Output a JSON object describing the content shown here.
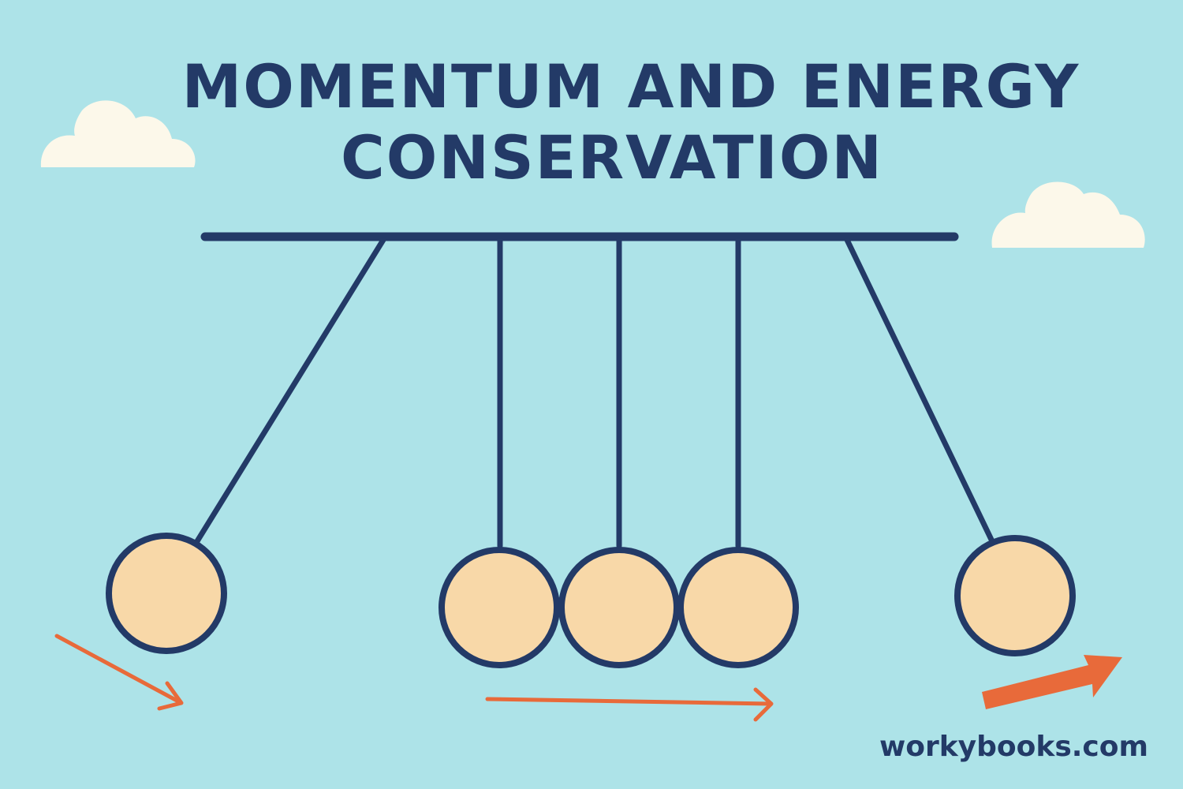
{
  "title": {
    "line1": "MOMENTUM AND ENERGY",
    "line2": "CONSERVATION"
  },
  "footer": {
    "brand": "workybooks.com"
  },
  "colors": {
    "background": "#ade3e8",
    "ink": "#233a67",
    "ball_fill": "#f8d8a8",
    "arrow": "#e86a3a",
    "cloud": "#fcf8ea"
  },
  "pendulum": {
    "ball_count": 5,
    "raised_balls": [
      "left",
      "right"
    ]
  },
  "icons": [
    "cloud-icon",
    "arrow-icon"
  ]
}
